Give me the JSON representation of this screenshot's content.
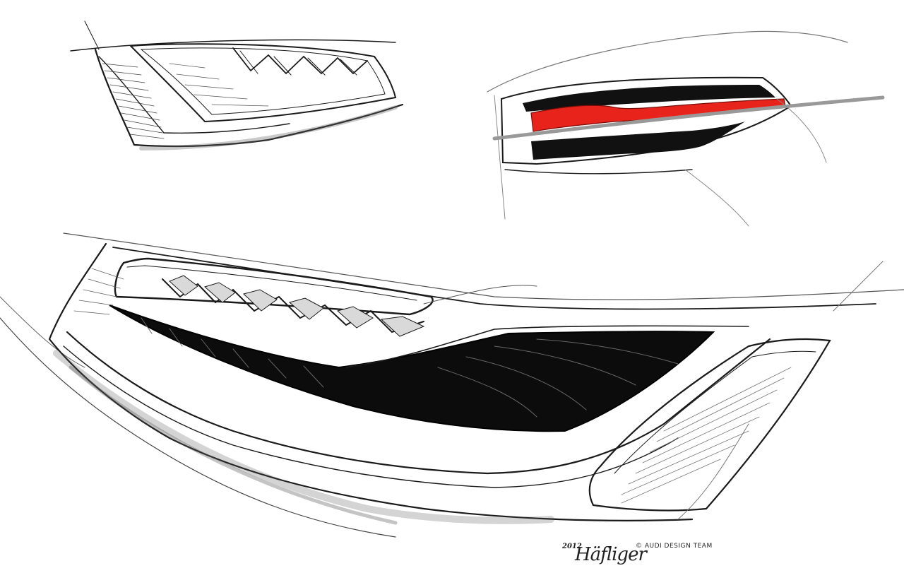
{
  "artwork": {
    "signature": {
      "year": "2012",
      "name": "Häfliger",
      "credit": "© AUDI DESIGN TEAM"
    },
    "colors": {
      "taillight_red": "#e8231c",
      "ink": "#1a1a1a",
      "paper": "#ffffff"
    }
  }
}
